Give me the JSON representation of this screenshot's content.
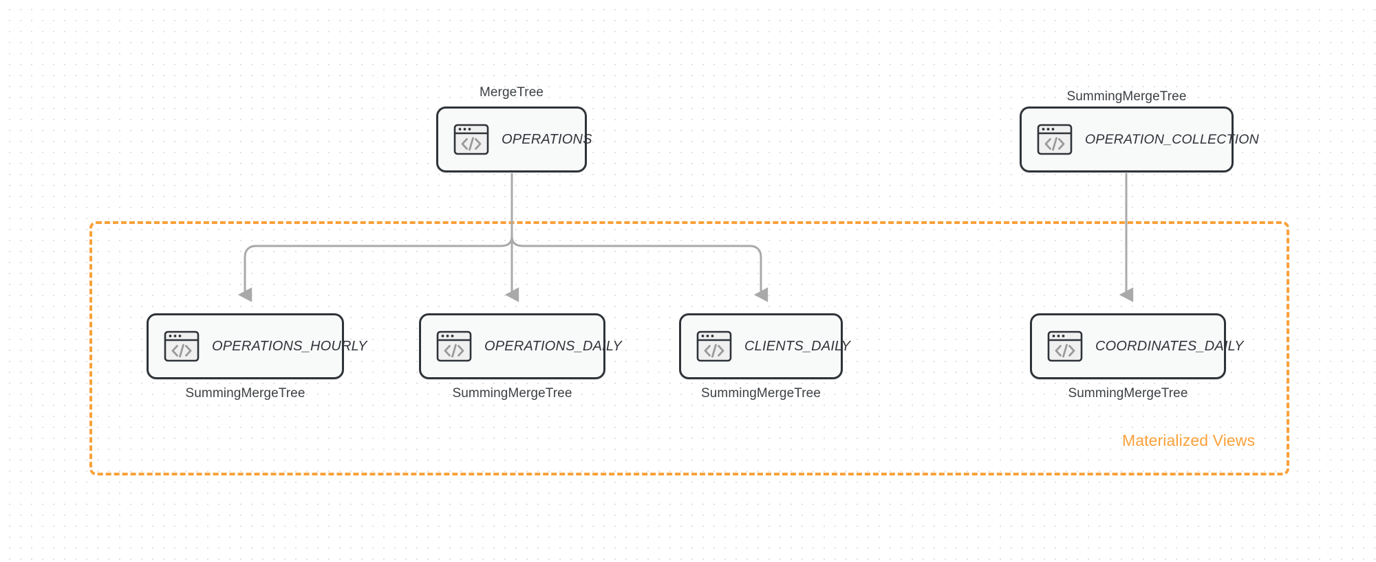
{
  "diagram": {
    "title": "ClickHouse tables and materialized views",
    "background": {
      "dot_color": "#e3e0de",
      "page_color": "#ffffff"
    },
    "colors": {
      "node_border": "#2e3338",
      "node_fill": "#f8f9f9",
      "edge": "#a9a9a9",
      "group_accent": "#f9a13a",
      "text": "#30343a"
    },
    "group": {
      "label": "Materialized Views",
      "style": "dashed",
      "accent": "#f9a13a"
    },
    "nodes": [
      {
        "id": "operations",
        "name": "OPERATIONS",
        "engine": "MergeTree",
        "engine_position": "above",
        "icon": "code-window-icon"
      },
      {
        "id": "operation_collection",
        "name": "OPERATION_COLLECTION",
        "engine": "SummingMergeTree",
        "engine_position": "above",
        "icon": "code-window-icon"
      },
      {
        "id": "operations_hourly",
        "name": "OPERATIONS_HOURLY",
        "engine": "SummingMergeTree",
        "engine_position": "below",
        "icon": "code-window-icon"
      },
      {
        "id": "operations_daily",
        "name": "OPERATIONS_DAILY",
        "engine": "SummingMergeTree",
        "engine_position": "below",
        "icon": "code-window-icon"
      },
      {
        "id": "clients_daily",
        "name": "CLIENTS_DAILY",
        "engine": "SummingMergeTree",
        "engine_position": "below",
        "icon": "code-window-icon"
      },
      {
        "id": "coordinates_daily",
        "name": "COORDINATES_DAILY",
        "engine": "SummingMergeTree",
        "engine_position": "below",
        "icon": "code-window-icon"
      }
    ],
    "edges": [
      {
        "from": "operations",
        "to": "operations_hourly"
      },
      {
        "from": "operations",
        "to": "operations_daily"
      },
      {
        "from": "operations",
        "to": "clients_daily"
      },
      {
        "from": "operation_collection",
        "to": "coordinates_daily"
      }
    ]
  }
}
